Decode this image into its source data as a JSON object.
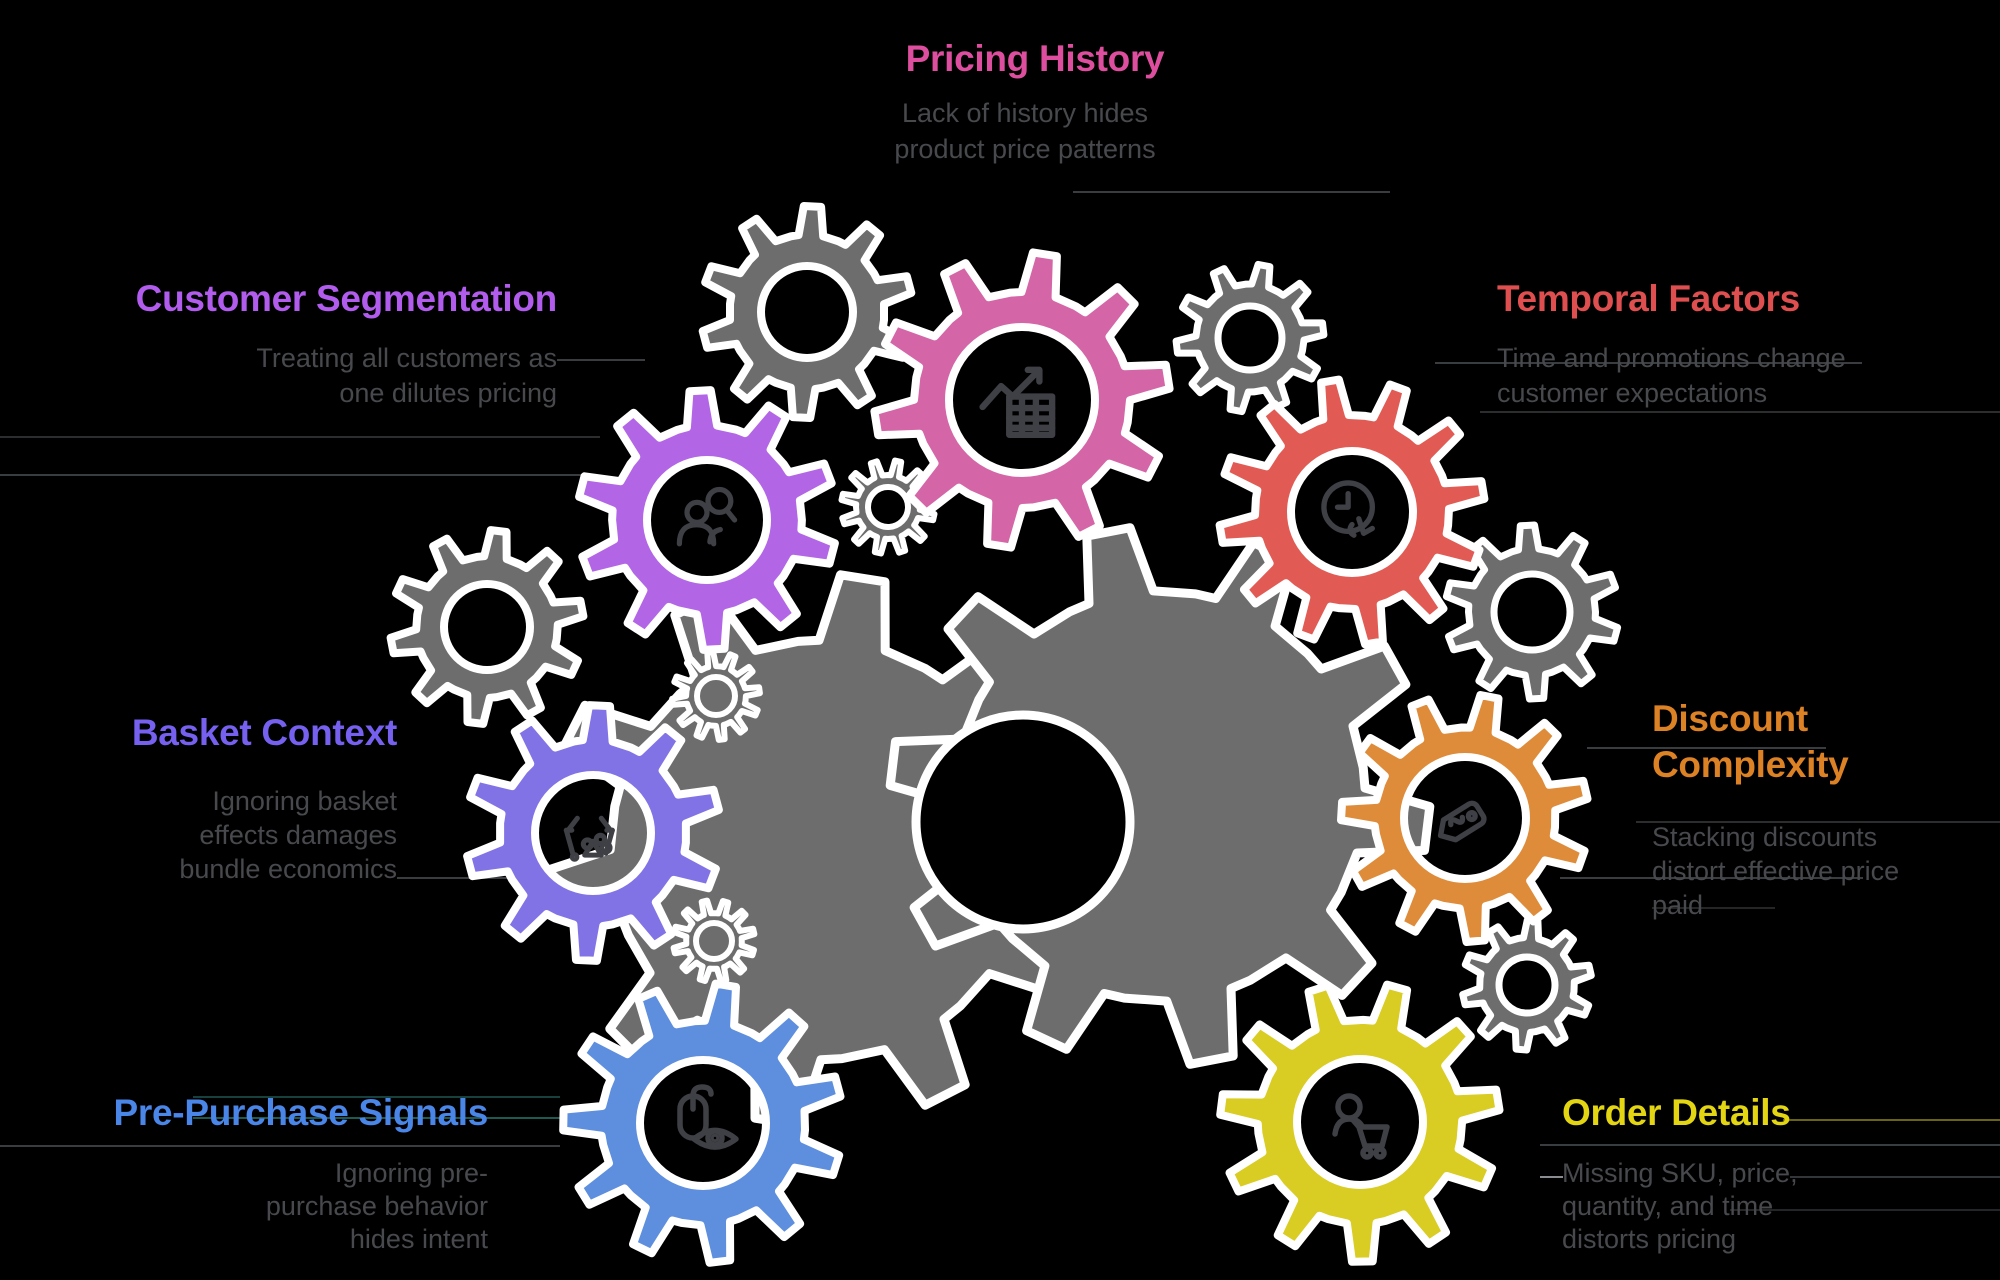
{
  "diagram": {
    "background": "#000000",
    "items": [
      {
        "id": "pricing-history",
        "title": "Pricing History",
        "description": "Lack of history hides product price patterns",
        "title_color": "#dd4f9e",
        "gear_color": "#d466a8",
        "icon": "chart-icon"
      },
      {
        "id": "customer-segmentation",
        "title": "Customer Segmentation",
        "description": "Treating all customers as one dilutes pricing",
        "title_color": "#b15ced",
        "gear_color": "#b266e6",
        "icon": "customers-icon"
      },
      {
        "id": "temporal-factors",
        "title": "Temporal Factors",
        "description": "Time and promotions change customer expectations",
        "title_color": "#e04f4f",
        "gear_color": "#e15b54",
        "icon": "clock-icon"
      },
      {
        "id": "basket-context",
        "title": "Basket Context",
        "description": "Ignoring basket effects damages bundle economics",
        "title_color": "#7560ef",
        "gear_color": "#8173e6",
        "icon": "basket-icon"
      },
      {
        "id": "discount-complexity",
        "title": "Discount Complexity",
        "description": "Stacking discounts distort effective price paid",
        "title_color": "#dd8125",
        "gear_color": "#de8c3a",
        "icon": "price-tag-icon"
      },
      {
        "id": "pre-purchase-signals",
        "title": "Pre-Purchase Signals",
        "description": "Ignoring pre-purchase behavior hides intent",
        "title_color": "#4a85e8",
        "gear_color": "#5e8ede",
        "icon": "mouse-eye-icon"
      },
      {
        "id": "order-details",
        "title": "Order Details",
        "description": "Missing SKU, price, quantity, and time distorts pricing",
        "title_color": "#e3d512",
        "gear_color": "#d9cc22",
        "icon": "shopper-cart-icon"
      }
    ],
    "palette": {
      "gray_gear": "#6d6d6d",
      "gear_outline": "#ffffff",
      "description_text": "#47494d",
      "icon_stroke": "#3f4045",
      "hub_fill": "#000000"
    }
  }
}
